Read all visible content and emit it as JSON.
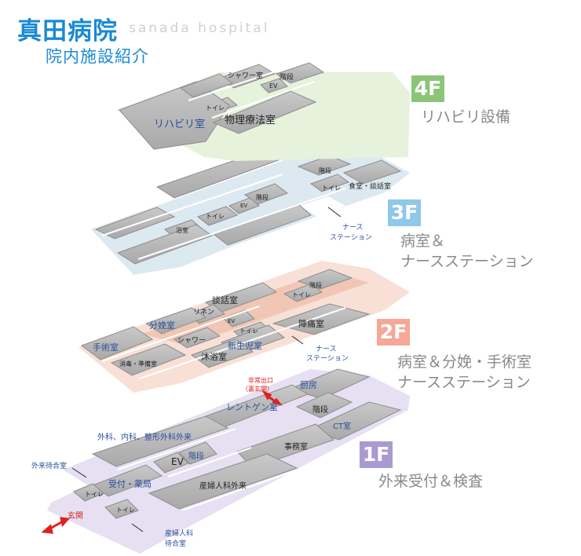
{
  "header": {
    "title": "真田病院",
    "title_en": "sanada hospital",
    "subtitle": "院内施設紹介"
  },
  "colors": {
    "brand_blue": "#1a8ad4",
    "label_blue": "#2a4f9c",
    "exit_red": "#e02020",
    "floor_4f": "#8cc47a",
    "floor_3f": "#8fc8e8",
    "floor_2f": "#f5a898",
    "floor_1f": "#a99ad2",
    "deck_4f": "#e6f2dc",
    "deck_3f": "#dde9f1",
    "deck_2f": "#f8e0d6",
    "deck_1f": "#e6e0f2",
    "room": "#b5b5b5"
  },
  "floors": [
    {
      "badge": "4F",
      "desc_lines": [
        "リハビリ設備"
      ],
      "labels": {
        "shower": "シャワー室",
        "ev": "EV",
        "stairs": "階段",
        "toilet": "トイレ",
        "rehab": "リハビリ室",
        "physio": "物理療法室"
      }
    },
    {
      "badge": "3F",
      "desc_lines": [
        "病室＆",
        "ナースステーション"
      ],
      "labels": {
        "stairs": "階段",
        "toilet1": "トイレ",
        "dining": "食堂・談話室",
        "stairs2": "階段",
        "ev": "EV",
        "toilet2": "トイレ",
        "bath": "浴室",
        "nurse1": "ナース",
        "nurse2": "ステーション"
      }
    },
    {
      "badge": "2F",
      "desc_lines": [
        "病室＆分娩・手術室",
        "ナースステーション"
      ],
      "labels": {
        "stairs": "階段",
        "toilet1": "トイレ",
        "lounge": "談話室",
        "linen": "リネン",
        "delivery": "分娩室",
        "ev": "EV",
        "toilet2": "トイレ",
        "labor": "陣痛室",
        "shower": "シャワー",
        "newborn": "新生児室",
        "surgery": "手術室",
        "sterile": "消毒・準備室",
        "bathroom": "沐浴室",
        "nurse1": "ナース",
        "nurse2": "ステーション"
      }
    },
    {
      "badge": "1F",
      "desc_lines": [
        "外来受付＆検査"
      ],
      "labels": {
        "exit1": "非常出口",
        "exit2": "（裏玄関）",
        "kitchen": "厨房",
        "xray": "レントゲン室",
        "stairs": "階段",
        "ct": "CT室",
        "outpatient": "外科、内科、整形外科外来",
        "office": "事務室",
        "ev": "EV",
        "stairs2": "階段",
        "waiting": "外来待合室",
        "reception": "受付・薬局",
        "obgyn": "産婦人科外来",
        "toilet1": "トイレ",
        "toilet2": "トイレ",
        "entrance": "玄関",
        "obgyn_wait1": "産婦人科",
        "obgyn_wait2": "待合室"
      }
    }
  ]
}
